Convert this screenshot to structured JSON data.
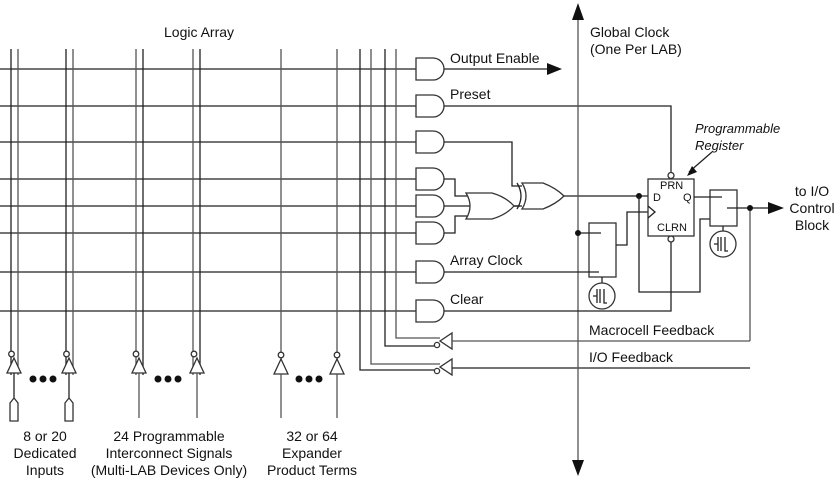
{
  "diagram": {
    "title": "Logic Array",
    "global_clock": {
      "line1": "Global Clock",
      "line2": "(One Per LAB)"
    },
    "signals": {
      "output_enable": "Output Enable",
      "preset": "Preset",
      "array_clock": "Array Clock",
      "clear": "Clear",
      "macrocell_feedback": "Macrocell Feedback",
      "io_feedback": "I/O Feedback"
    },
    "register": {
      "caption_line1": "Programmable",
      "caption_line2": "Register",
      "prn": "PRN",
      "d": "D",
      "q": "Q",
      "clrn": "CLRN"
    },
    "output": {
      "line1": "to I/O",
      "line2": "Control",
      "line3": "Block"
    },
    "input_groups": [
      {
        "line1": "8 or 20",
        "line2": "Dedicated",
        "line3": "Inputs"
      },
      {
        "line1": "24 Programmable",
        "line2": "Interconnect Signals",
        "line3": "(Multi-LAB Devices Only)"
      },
      {
        "line1": "32 or 64",
        "line2": "Expander",
        "line3": "Product Terms"
      }
    ]
  }
}
